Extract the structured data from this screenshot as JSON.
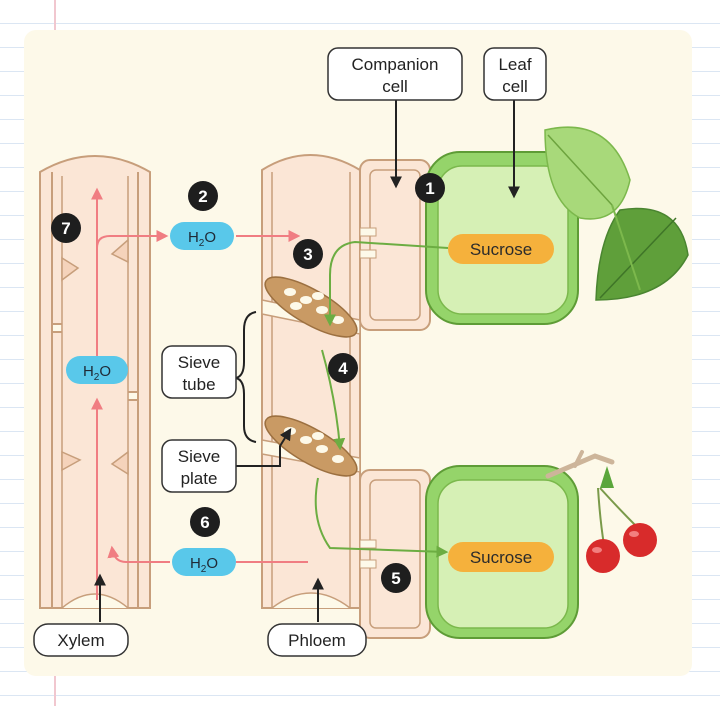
{
  "labels": {
    "companion_cell": [
      "Companion",
      "cell"
    ],
    "leaf_cell": [
      "Leaf",
      "cell"
    ],
    "sieve_tube": [
      "Sieve",
      "tube"
    ],
    "sieve_plate": [
      "Sieve",
      "plate"
    ],
    "xylem": "Xylem",
    "phloem": "Phloem"
  },
  "molecules": {
    "water_main": "H",
    "water_sub": "2",
    "water_end": "O",
    "sucrose": "Sucrose"
  },
  "steps": [
    "1",
    "2",
    "3",
    "4",
    "5",
    "6",
    "7"
  ],
  "colors": {
    "vessel_fill": "#fbe6d6",
    "vessel_stroke": "#c79e7b",
    "water_arrow": "#f07d82",
    "sucrose_arrow": "#6cad42",
    "h2o_pill": "#59c8ea",
    "sucrose_pill": "#f5b13c",
    "cell_green_outer": "#95d46a",
    "cell_green_inner": "#d6f0b5",
    "sieve_plate": "#c99a64",
    "badge": "#1e1e1e"
  }
}
